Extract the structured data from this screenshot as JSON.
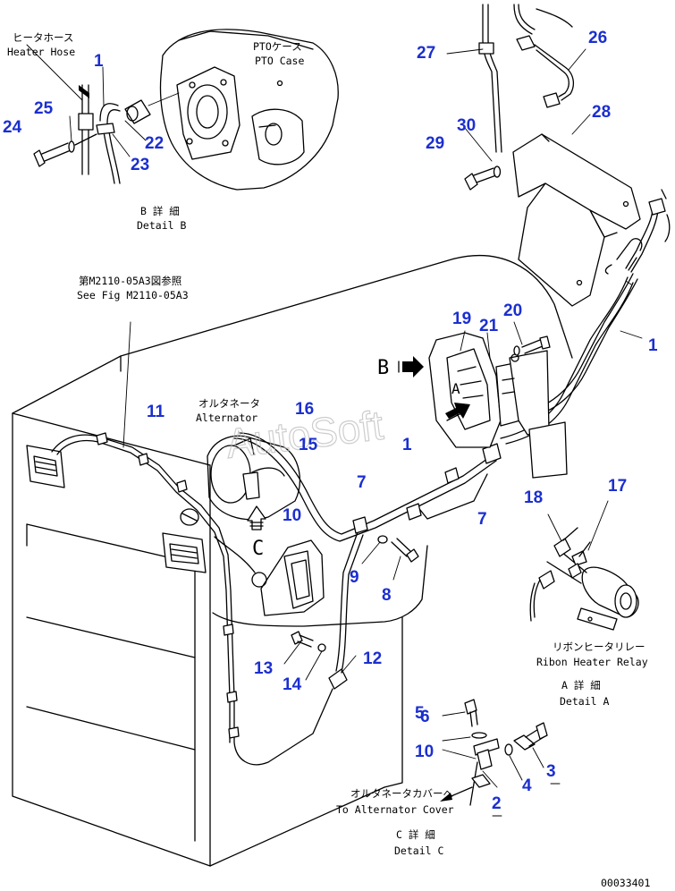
{
  "watermark": "AutoSoft",
  "drawing_number": "00033401",
  "detail_b": {
    "hose_jp": "ヒータホース",
    "hose_en": "Heater Hose",
    "pto_jp": "PTOケース",
    "pto_en": "PTO Case",
    "title_jp": "B 詳 細",
    "title_en": "Detail B"
  },
  "reference": {
    "jp": "第M2110-05A3図参照",
    "en": "See Fig M2110-05A3"
  },
  "alternator": {
    "jp": "オルタネータ",
    "en": "Alternator"
  },
  "relay": {
    "jp": "リボンヒータリレー",
    "en": "Ribon Heater Relay"
  },
  "detail_a": {
    "jp": "A 詳 細",
    "en": "Detail A"
  },
  "cover": {
    "jp": "オルタネータカバーへ",
    "en": "To Alternator Cover"
  },
  "detail_c": {
    "jp": "C 詳 細",
    "en": "Detail C"
  },
  "letters": {
    "a": "A",
    "b": "B",
    "c": "C"
  },
  "callouts": {
    "c1a": "1",
    "c1b": "1",
    "c1c": "1",
    "c2": "2",
    "c3": "3",
    "c4": "4",
    "c5": "5",
    "c6": "6",
    "c7a": "7",
    "c7b": "7",
    "c8": "8",
    "c9": "9",
    "c10a": "10",
    "c10b": "10",
    "c11": "11",
    "c12": "12",
    "c13": "13",
    "c14": "14",
    "c15": "15",
    "c16": "16",
    "c17": "17",
    "c18": "18",
    "c19": "19",
    "c20": "20",
    "c21": "21",
    "c22": "22",
    "c23": "23",
    "c24": "24",
    "c25": "25",
    "c26": "26",
    "c27": "27",
    "c28": "28",
    "c29": "29",
    "c30": "30"
  }
}
